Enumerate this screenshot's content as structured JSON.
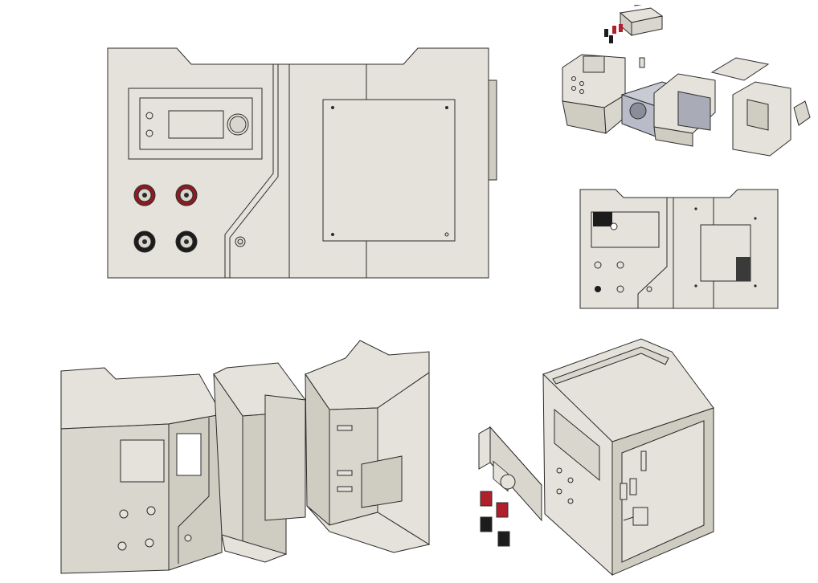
{
  "colors": {
    "background": "#ffffff",
    "panel": "#e4e2da",
    "panel_shade": "#cfccc2",
    "edge": "#2b2b2b",
    "binding_post_red": "#b0202a",
    "binding_post_black": "#1c1c1c",
    "psu_metal": "#b9bcc8"
  },
  "views": [
    {
      "id": "front-view",
      "kind": "orthographic-front"
    },
    {
      "id": "exploded-view",
      "kind": "isometric-exploded"
    },
    {
      "id": "inner-panel-view",
      "kind": "orthographic-inner"
    },
    {
      "id": "split-enclosure-view",
      "kind": "isometric-split"
    },
    {
      "id": "assembled-enclosure-view",
      "kind": "isometric-assembly"
    }
  ],
  "components": {
    "binding_posts": {
      "red": 2,
      "black": 2
    },
    "display_module": {
      "buttons": 2,
      "knob": 1
    },
    "toggle_switch": 1
  }
}
